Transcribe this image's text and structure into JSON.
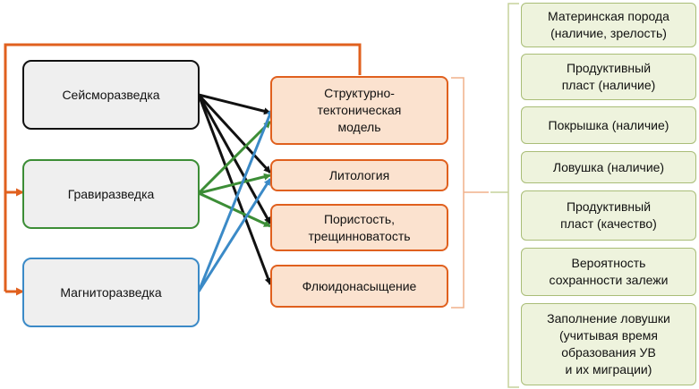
{
  "colors": {
    "seismic": "#111111",
    "gravity": "#3c8d36",
    "magnetic": "#3b8ac7",
    "orange": "#e0601e",
    "bracket": "#f0b08a",
    "result_border": "#a9bd77",
    "result_bracket": "#c6d29c"
  },
  "methods": [
    {
      "id": "seismic",
      "label": "Сейсморазведка"
    },
    {
      "id": "gravity",
      "label": "Гравиразведка"
    },
    {
      "id": "magnetic",
      "label": "Магниторазведка"
    }
  ],
  "models": [
    {
      "id": "structural",
      "label": "Структурно-\nтектоническая\nмодель"
    },
    {
      "id": "lithology",
      "label": "Литология"
    },
    {
      "id": "porosity",
      "label": "Пористость,\nтрещинноватость"
    },
    {
      "id": "fluid",
      "label": "Флюидонасыщение"
    }
  ],
  "results": [
    {
      "id": "source-rock",
      "label": "Материнская порода\n(наличие, зрелость)"
    },
    {
      "id": "reservoir-presence",
      "label": "Продуктивный\nпласт (наличие)"
    },
    {
      "id": "seal",
      "label": "Покрышка (наличие)"
    },
    {
      "id": "trap",
      "label": "Ловушка (наличие)"
    },
    {
      "id": "reservoir-quality",
      "label": "Продуктивный\nпласт (качество)"
    },
    {
      "id": "preservation",
      "label": "Вероятность\nсохранности залежи"
    },
    {
      "id": "trap-filling",
      "label": "Заполнение ловушки\n(учитывая время\nобразования УВ\nи их миграции)"
    }
  ],
  "links": [
    {
      "from": "seismic",
      "to": [
        "structural",
        "lithology",
        "porosity",
        "fluid"
      ]
    },
    {
      "from": "gravity",
      "to": [
        "structural",
        "lithology",
        "porosity"
      ]
    },
    {
      "from": "magnetic",
      "to": [
        "structural",
        "lithology"
      ]
    },
    {
      "from": "structural",
      "to": [
        "gravity",
        "magnetic"
      ],
      "style": "feedback"
    }
  ]
}
